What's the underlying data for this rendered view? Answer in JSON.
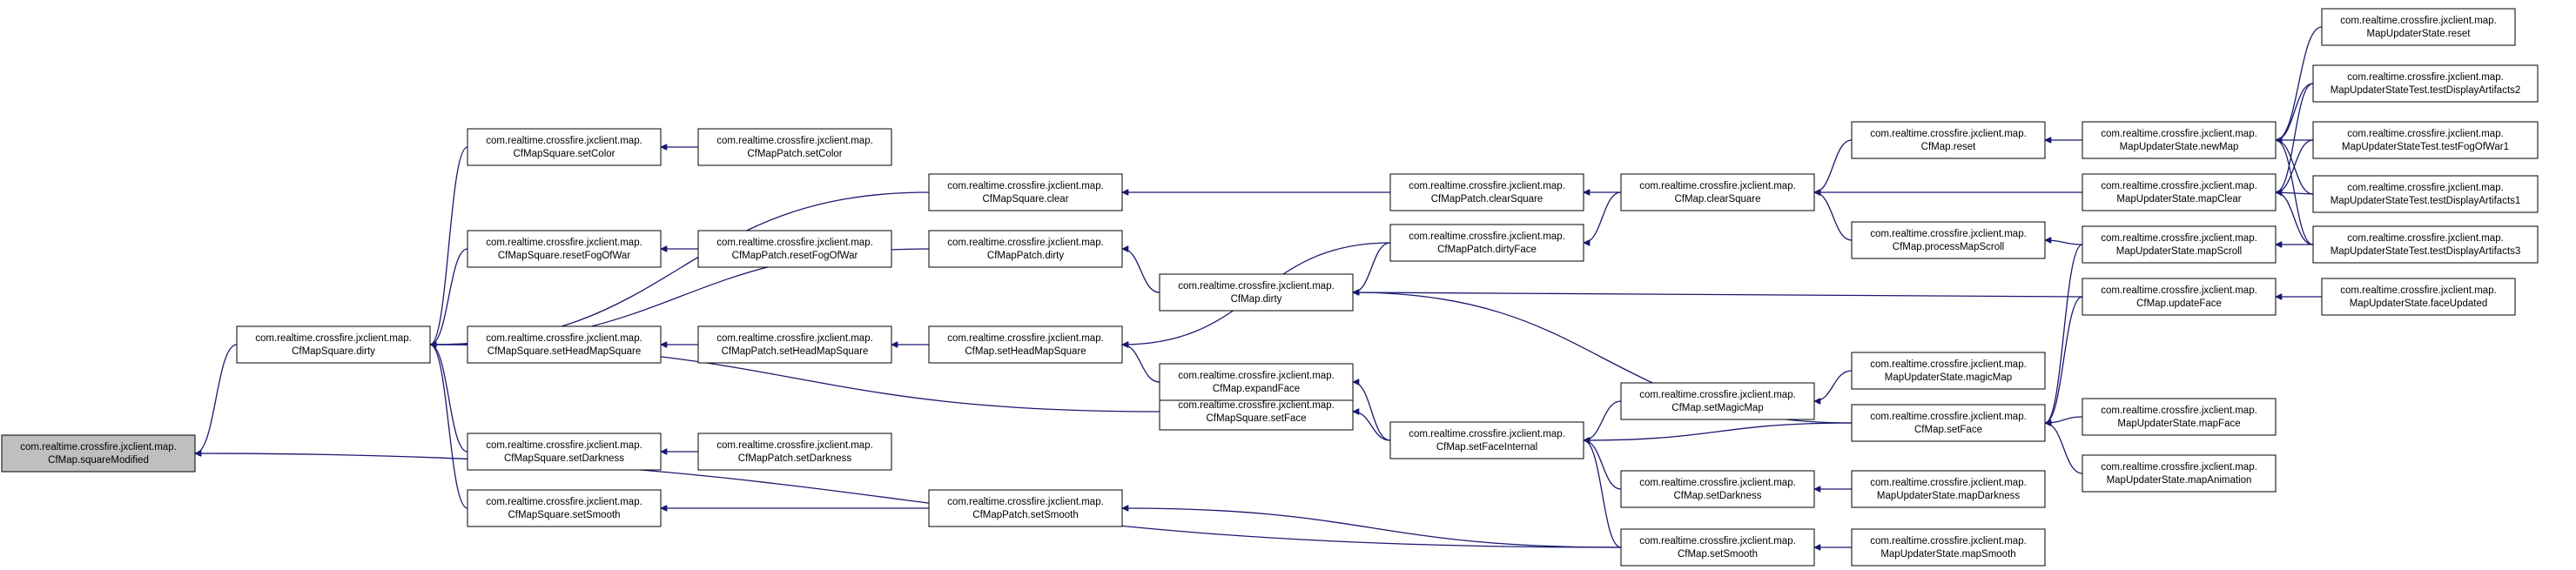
{
  "nodes": [
    {
      "id": "root",
      "root": true,
      "line1": "com.realtime.crossfire.jxclient.map.",
      "line2": "CfMap.squareModified"
    },
    {
      "id": "sq_dirty",
      "line1": "com.realtime.crossfire.jxclient.map.",
      "line2": "CfMapSquare.dirty"
    },
    {
      "id": "sq_setColor",
      "line1": "com.realtime.crossfire.jxclient.map.",
      "line2": "CfMapSquare.setColor"
    },
    {
      "id": "pa_setColor",
      "line1": "com.realtime.crossfire.jxclient.map.",
      "line2": "CfMapPatch.setColor"
    },
    {
      "id": "sq_resetFog",
      "line1": "com.realtime.crossfire.jxclient.map.",
      "line2": "CfMapSquare.resetFogOfWar"
    },
    {
      "id": "pa_resetFog",
      "line1": "com.realtime.crossfire.jxclient.map.",
      "line2": "CfMapPatch.resetFogOfWar"
    },
    {
      "id": "sq_setHead",
      "line1": "com.realtime.crossfire.jxclient.map.",
      "line2": "CfMapSquare.setHeadMapSquare"
    },
    {
      "id": "pa_setHead",
      "line1": "com.realtime.crossfire.jxclient.map.",
      "line2": "CfMapPatch.setHeadMapSquare"
    },
    {
      "id": "sq_setDark",
      "line1": "com.realtime.crossfire.jxclient.map.",
      "line2": "CfMapSquare.setDarkness"
    },
    {
      "id": "pa_setDark",
      "line1": "com.realtime.crossfire.jxclient.map.",
      "line2": "CfMapPatch.setDarkness"
    },
    {
      "id": "sq_setSmooth",
      "line1": "com.realtime.crossfire.jxclient.map.",
      "line2": "CfMapSquare.setSmooth"
    },
    {
      "id": "pa_setSmooth",
      "line1": "com.realtime.crossfire.jxclient.map.",
      "line2": "CfMapPatch.setSmooth"
    },
    {
      "id": "sq_clear",
      "line1": "com.realtime.crossfire.jxclient.map.",
      "line2": "CfMapSquare.clear"
    },
    {
      "id": "pa_dirty",
      "line1": "com.realtime.crossfire.jxclient.map.",
      "line2": "CfMapPatch.dirty"
    },
    {
      "id": "m_setHead",
      "line1": "com.realtime.crossfire.jxclient.map.",
      "line2": "CfMap.setHeadMapSquare"
    },
    {
      "id": "sq_setFace",
      "line1": "com.realtime.crossfire.jxclient.map.",
      "line2": "CfMapSquare.setFace"
    },
    {
      "id": "pa_clearSq",
      "line1": "com.realtime.crossfire.jxclient.map.",
      "line2": "CfMapPatch.clearSquare"
    },
    {
      "id": "pa_dirtyFace",
      "line1": "com.realtime.crossfire.jxclient.map.",
      "line2": "CfMapPatch.dirtyFace"
    },
    {
      "id": "m_dirty",
      "line1": "com.realtime.crossfire.jxclient.map.",
      "line2": "CfMap.dirty"
    },
    {
      "id": "m_expandFace",
      "line1": "com.realtime.crossfire.jxclient.map.",
      "line2": "CfMap.expandFace"
    },
    {
      "id": "m_setFaceInt",
      "line1": "com.realtime.crossfire.jxclient.map.",
      "line2": "CfMap.setFaceInternal"
    },
    {
      "id": "m_clearSq",
      "line1": "com.realtime.crossfire.jxclient.map.",
      "line2": "CfMap.clearSquare"
    },
    {
      "id": "m_setMagic",
      "line1": "com.realtime.crossfire.jxclient.map.",
      "line2": "CfMap.setMagicMap"
    },
    {
      "id": "m_setDark",
      "line1": "com.realtime.crossfire.jxclient.map.",
      "line2": "CfMap.setDarkness"
    },
    {
      "id": "m_setSmooth",
      "line1": "com.realtime.crossfire.jxclient.map.",
      "line2": "CfMap.setSmooth"
    },
    {
      "id": "m_reset",
      "line1": "com.realtime.crossfire.jxclient.map.",
      "line2": "CfMap.reset"
    },
    {
      "id": "m_procScroll",
      "line1": "com.realtime.crossfire.jxclient.map.",
      "line2": "CfMap.processMapScroll"
    },
    {
      "id": "m_setFace",
      "line1": "com.realtime.crossfire.jxclient.map.",
      "line2": "CfMap.setFace"
    },
    {
      "id": "mus_magicMap",
      "line1": "com.realtime.crossfire.jxclient.map.",
      "line2": "MapUpdaterState.magicMap"
    },
    {
      "id": "mus_mapDark",
      "line1": "com.realtime.crossfire.jxclient.map.",
      "line2": "MapUpdaterState.mapDarkness"
    },
    {
      "id": "mus_mapSmooth",
      "line1": "com.realtime.crossfire.jxclient.map.",
      "line2": "MapUpdaterState.mapSmooth"
    },
    {
      "id": "mus_newMap",
      "line1": "com.realtime.crossfire.jxclient.map.",
      "line2": "MapUpdaterState.newMap"
    },
    {
      "id": "mus_mapClear",
      "line1": "com.realtime.crossfire.jxclient.map.",
      "line2": "MapUpdaterState.mapClear"
    },
    {
      "id": "mus_mapScroll",
      "line1": "com.realtime.crossfire.jxclient.map.",
      "line2": "MapUpdaterState.mapScroll"
    },
    {
      "id": "m_updateFace",
      "line1": "com.realtime.crossfire.jxclient.map.",
      "line2": "CfMap.updateFace"
    },
    {
      "id": "mus_mapFace",
      "line1": "com.realtime.crossfire.jxclient.map.",
      "line2": "MapUpdaterState.mapFace"
    },
    {
      "id": "mus_mapAnim",
      "line1": "com.realtime.crossfire.jxclient.map.",
      "line2": "MapUpdaterState.mapAnimation"
    },
    {
      "id": "mus_reset",
      "line1": "com.realtime.crossfire.jxclient.map.",
      "line2": "MapUpdaterState.reset"
    },
    {
      "id": "t_art2",
      "line1": "com.realtime.crossfire.jxclient.map.",
      "line2": "MapUpdaterStateTest.testDisplayArtifacts2"
    },
    {
      "id": "t_fog1",
      "line1": "com.realtime.crossfire.jxclient.map.",
      "line2": "MapUpdaterStateTest.testFogOfWar1"
    },
    {
      "id": "t_art1",
      "line1": "com.realtime.crossfire.jxclient.map.",
      "line2": "MapUpdaterStateTest.testDisplayArtifacts1"
    },
    {
      "id": "t_art3",
      "line1": "com.realtime.crossfire.jxclient.map.",
      "line2": "MapUpdaterStateTest.testDisplayArtifacts3"
    },
    {
      "id": "mus_faceUpd",
      "line1": "com.realtime.crossfire.jxclient.map.",
      "line2": "MapUpdaterState.faceUpdated"
    }
  ],
  "edges": [
    [
      "sq_dirty",
      "root"
    ],
    [
      "m_setSmooth",
      "root"
    ],
    [
      "sq_setColor",
      "sq_dirty"
    ],
    [
      "sq_clear",
      "sq_dirty"
    ],
    [
      "sq_resetFog",
      "sq_dirty"
    ],
    [
      "pa_dirty",
      "sq_dirty"
    ],
    [
      "sq_setHead",
      "sq_dirty"
    ],
    [
      "sq_setFace",
      "sq_dirty"
    ],
    [
      "sq_setDark",
      "sq_dirty"
    ],
    [
      "sq_setSmooth",
      "sq_dirty"
    ],
    [
      "pa_setColor",
      "sq_setColor"
    ],
    [
      "pa_resetFog",
      "sq_resetFog"
    ],
    [
      "pa_setHead",
      "sq_setHead"
    ],
    [
      "pa_setDark",
      "sq_setDark"
    ],
    [
      "pa_setSmooth",
      "sq_setSmooth"
    ],
    [
      "pa_clearSq",
      "sq_clear"
    ],
    [
      "m_dirty",
      "pa_dirty"
    ],
    [
      "m_setHead",
      "pa_setHead"
    ],
    [
      "m_setFaceInt",
      "sq_setFace"
    ],
    [
      "m_setSmooth",
      "pa_setSmooth"
    ],
    [
      "pa_dirtyFace",
      "m_setHead"
    ],
    [
      "m_expandFace",
      "m_setHead"
    ],
    [
      "m_clearSq",
      "pa_clearSq"
    ],
    [
      "m_clearSq",
      "pa_dirtyFace"
    ],
    [
      "pa_dirtyFace",
      "m_dirty"
    ],
    [
      "m_updateFace",
      "m_dirty"
    ],
    [
      "m_setFace",
      "m_dirty"
    ],
    [
      "m_setFaceInt",
      "m_expandFace"
    ],
    [
      "m_setMagic",
      "m_setFaceInt"
    ],
    [
      "m_setFace",
      "m_setFaceInt"
    ],
    [
      "m_setDark",
      "m_setFaceInt"
    ],
    [
      "m_setSmooth",
      "m_setFaceInt"
    ],
    [
      "m_reset",
      "m_clearSq"
    ],
    [
      "mus_mapClear",
      "m_clearSq"
    ],
    [
      "m_procScroll",
      "m_clearSq"
    ],
    [
      "mus_magicMap",
      "m_setMagic"
    ],
    [
      "mus_mapDark",
      "m_setDark"
    ],
    [
      "mus_mapSmooth",
      "m_setSmooth"
    ],
    [
      "mus_newMap",
      "m_reset"
    ],
    [
      "mus_mapScroll",
      "m_procScroll"
    ],
    [
      "mus_mapScroll",
      "m_setFace"
    ],
    [
      "m_updateFace",
      "m_setFace"
    ],
    [
      "mus_mapFace",
      "m_setFace"
    ],
    [
      "mus_mapAnim",
      "m_setFace"
    ],
    [
      "mus_reset",
      "mus_newMap"
    ],
    [
      "t_art2",
      "mus_newMap"
    ],
    [
      "t_fog1",
      "mus_newMap"
    ],
    [
      "t_art1",
      "mus_newMap"
    ],
    [
      "t_art3",
      "mus_newMap"
    ],
    [
      "t_art2",
      "mus_mapClear"
    ],
    [
      "t_fog1",
      "mus_mapClear"
    ],
    [
      "t_art1",
      "mus_mapClear"
    ],
    [
      "t_art3",
      "mus_mapClear"
    ],
    [
      "t_art3",
      "mus_mapScroll"
    ],
    [
      "mus_faceUpd",
      "m_updateFace"
    ]
  ]
}
